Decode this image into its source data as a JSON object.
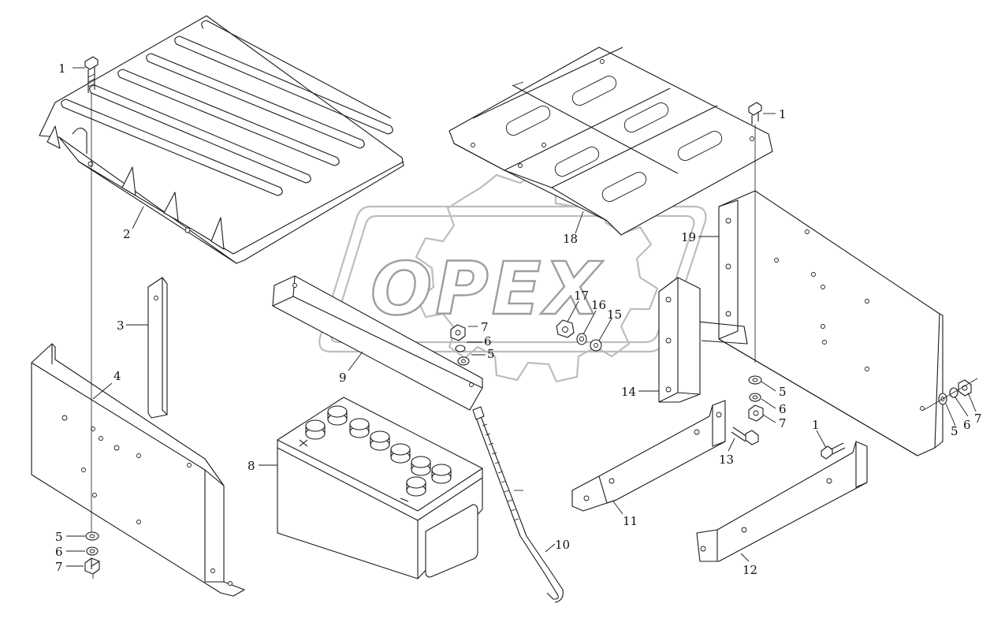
{
  "watermark": {
    "text": "OPEX"
  },
  "callouts": [
    {
      "id": "c1a",
      "label": "1"
    },
    {
      "id": "c1b",
      "label": "1"
    },
    {
      "id": "c1c",
      "label": "1"
    },
    {
      "id": "c2",
      "label": "2"
    },
    {
      "id": "c3",
      "label": "3"
    },
    {
      "id": "c4",
      "label": "4"
    },
    {
      "id": "c5a",
      "label": "5"
    },
    {
      "id": "c5b",
      "label": "5"
    },
    {
      "id": "c5c",
      "label": "5"
    },
    {
      "id": "c5d",
      "label": "5"
    },
    {
      "id": "c6a",
      "label": "6"
    },
    {
      "id": "c6b",
      "label": "6"
    },
    {
      "id": "c6c",
      "label": "6"
    },
    {
      "id": "c6d",
      "label": "6"
    },
    {
      "id": "c7a",
      "label": "7"
    },
    {
      "id": "c7b",
      "label": "7"
    },
    {
      "id": "c7c",
      "label": "7"
    },
    {
      "id": "c7d",
      "label": "7"
    },
    {
      "id": "c8",
      "label": "8"
    },
    {
      "id": "c9",
      "label": "9"
    },
    {
      "id": "c10",
      "label": "10"
    },
    {
      "id": "c11",
      "label": "11"
    },
    {
      "id": "c12",
      "label": "12"
    },
    {
      "id": "c13",
      "label": "13"
    },
    {
      "id": "c14",
      "label": "14"
    },
    {
      "id": "c15",
      "label": "15"
    },
    {
      "id": "c16",
      "label": "16"
    },
    {
      "id": "c17",
      "label": "17"
    },
    {
      "id": "c18",
      "label": "18"
    },
    {
      "id": "c19",
      "label": "19"
    }
  ]
}
